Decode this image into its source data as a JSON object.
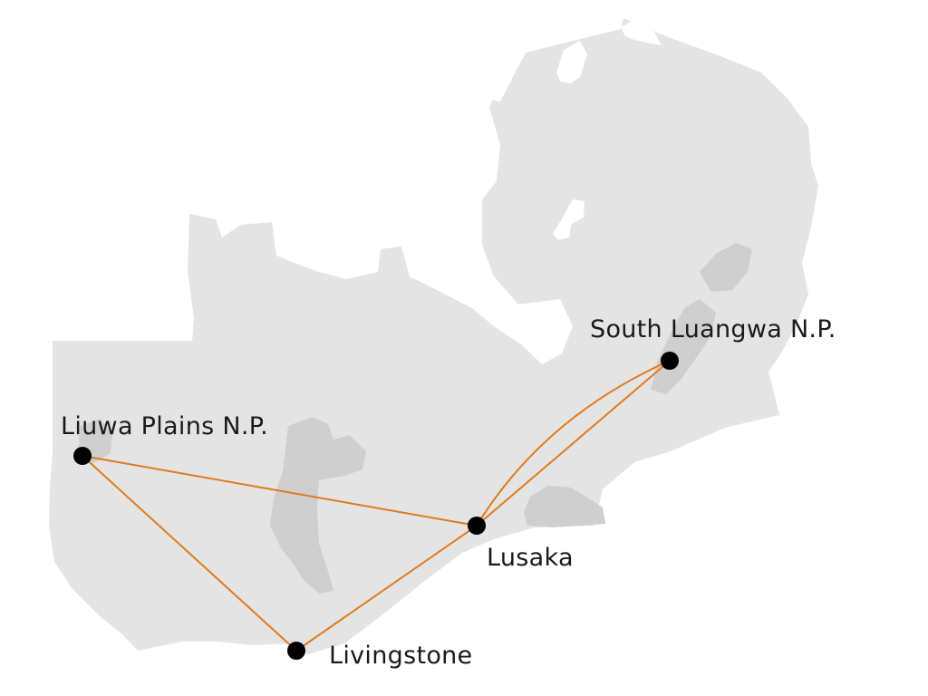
{
  "map": {
    "colors": {
      "land": "#e4e4e4",
      "park": "#cfcfcf",
      "water": "#ffffff",
      "route": "#e07a1f",
      "marker": "#000000"
    },
    "places": {
      "liuwa": "Liuwa Plains N.P.",
      "south_luangwa": "South Luangwa N.P.",
      "lusaka": "Lusaka",
      "livingstone": "Livingstone"
    },
    "routes": [
      {
        "from": "Liuwa Plains N.P.",
        "to": "Lusaka"
      },
      {
        "from": "Liuwa Plains N.P.",
        "to": "Livingstone"
      },
      {
        "from": "Livingstone",
        "to": "Lusaka"
      },
      {
        "from": "Lusaka",
        "to": "South Luangwa N.P."
      },
      {
        "from": "Lusaka",
        "to": "South Luangwa N.P."
      }
    ]
  }
}
